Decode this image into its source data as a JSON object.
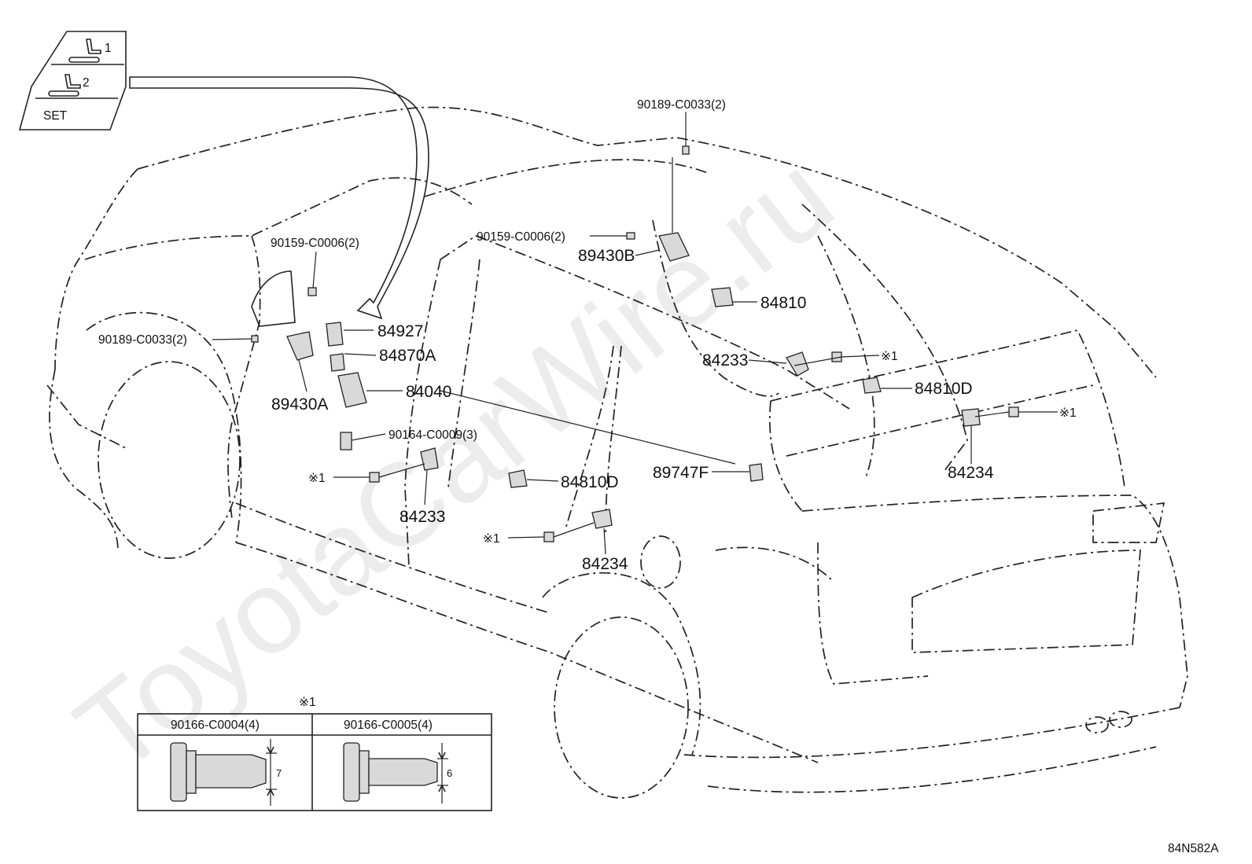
{
  "watermark": "ToyotaCarWire.ru",
  "drawing_code": "84N582A",
  "switch_panel": {
    "btn1": "1",
    "btn2": "2",
    "set": "SET"
  },
  "callouts": {
    "c_90189_top": "90189-C0033(2)",
    "c_90159_center": "90159-C0006(2)",
    "c_89430B": "89430B",
    "c_84810": "84810",
    "c_90159_left": "90159-C0006(2)",
    "c_84927": "84927",
    "c_90189_left": "90189-C0033(2)",
    "c_84870A": "84870A",
    "c_84233_upper": "84233",
    "c_mark1_a": "※1",
    "c_84810D_right": "84810D",
    "c_89430A": "89430A",
    "c_84040": "84040",
    "c_mark1_b": "※1",
    "c_90164": "90164-C0009(3)",
    "c_89747F": "89747F",
    "c_84234_right": "84234",
    "c_mark1_c": "※1",
    "c_84810D_center": "84810D",
    "c_84233_lower": "84233",
    "c_mark1_d": "※1",
    "c_84234_lower": "84234"
  },
  "legend": {
    "mark": "※1",
    "col1_header": "90166-C0004(4)",
    "col2_header": "90166-C0005(4)",
    "col1_dim": "7",
    "col2_dim": "6"
  }
}
